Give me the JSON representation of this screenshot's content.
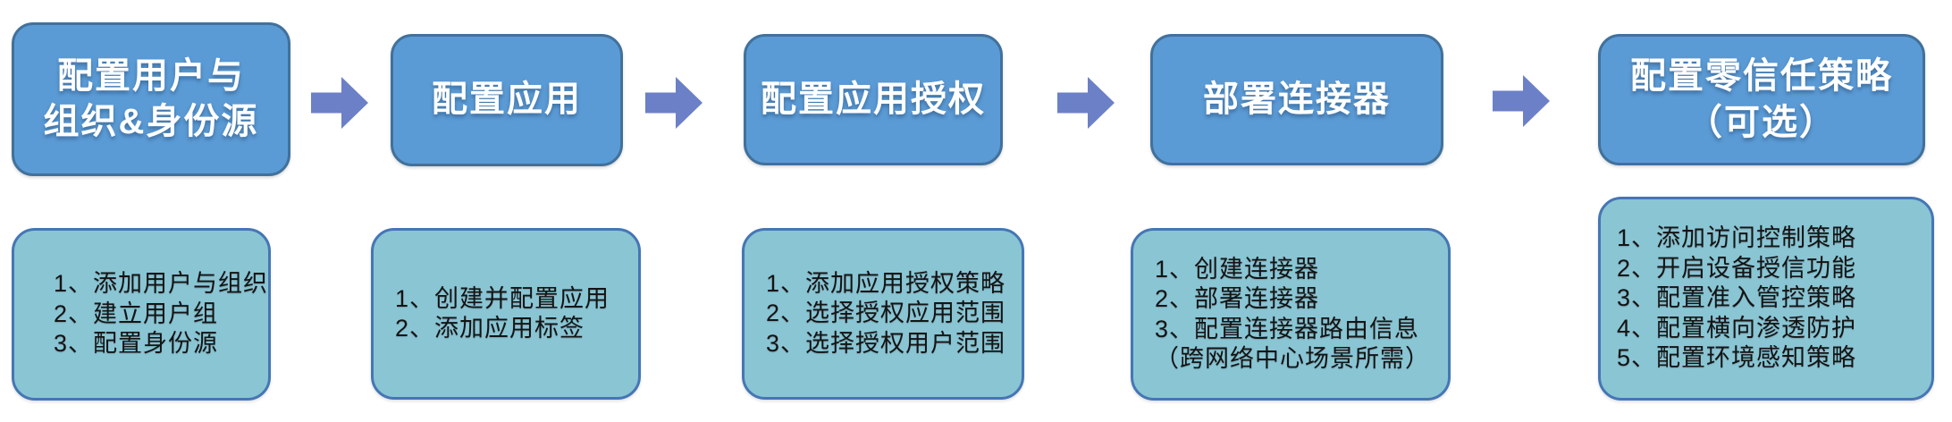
{
  "diagram": {
    "type": "flowchart",
    "direction": "left-to-right",
    "colors": {
      "background": "#ffffff",
      "header_fill": "#5b9bd5",
      "header_border": "#41719c",
      "header_text": "#ffffff",
      "detail_fill": "#8ac5d4",
      "detail_border": "#4576b5",
      "detail_text": "#141414",
      "arrow": "#6c80c7"
    },
    "steps": [
      {
        "title": "配置用户与组织&身份源",
        "title_lines": [
          "配置用户与",
          "组织&身份源"
        ],
        "items": [
          "1、添加用户与组织",
          "2、建立用户组",
          "3、配置身份源"
        ]
      },
      {
        "title": "配置应用",
        "title_lines": [
          "配置应用"
        ],
        "items": [
          "1、创建并配置应用",
          "2、添加应用标签"
        ]
      },
      {
        "title": "配置应用授权",
        "title_lines": [
          "配置应用授权"
        ],
        "items": [
          "1、添加应用授权策略",
          "2、选择授权应用范围",
          "3、选择授权用户范围"
        ]
      },
      {
        "title": "部署连接器",
        "title_lines": [
          "部署连接器"
        ],
        "items": [
          "1、创建连接器",
          "2、部署连接器",
          "3、配置连接器路由信息",
          "（跨网络中心场景所需）"
        ]
      },
      {
        "title": "配置零信任策略（可选）",
        "title_lines": [
          "配置零信任策略",
          "（可选）"
        ],
        "items": [
          "1、添加访问控制策略",
          "2、开启设备授信功能",
          "3、配置准入管控策略",
          "4、配置横向渗透防护",
          "5、配置环境感知策略"
        ]
      }
    ]
  }
}
